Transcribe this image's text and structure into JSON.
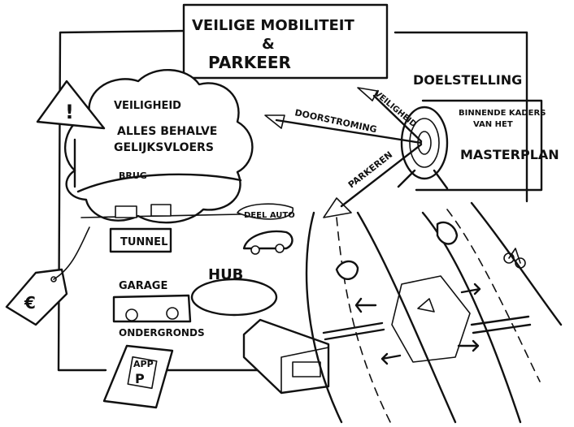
{
  "title": {
    "line1": "VEILIGE MOBILITEIT",
    "amp": "&",
    "line2": "PARKEER"
  },
  "cloud": {
    "veiligheid": "VEILIGHEID",
    "line1": "ALLES BEHALVE",
    "line2": "GELIJKSVLOERS",
    "brug": "BRUG",
    "tunnel": "TUNNEL",
    "warning_mark": "!"
  },
  "target": {
    "doelstelling": "DOELSTELLING",
    "arrow_veiligheid": "VEILIGHEID",
    "arrow_doorstroming": "DOORSTROMING",
    "arrow_parkeren": "PARKEREN"
  },
  "masterplan": {
    "line1": "BINNENDE KADERS",
    "line2": "VAN HET",
    "line3": "MASTERPLAN"
  },
  "deelauto": "DEEL AUTO",
  "hub": "HUB",
  "garage": {
    "top": "GARAGE",
    "bottom": "ONDERGRONDS"
  },
  "phone": {
    "app": "APP",
    "p": "P"
  },
  "price_tag": "€",
  "icons": [
    "warning-sign-icon",
    "target-icon",
    "car-icon",
    "bus-icon",
    "bicycle-icon",
    "phone-icon",
    "price-tag-icon"
  ]
}
